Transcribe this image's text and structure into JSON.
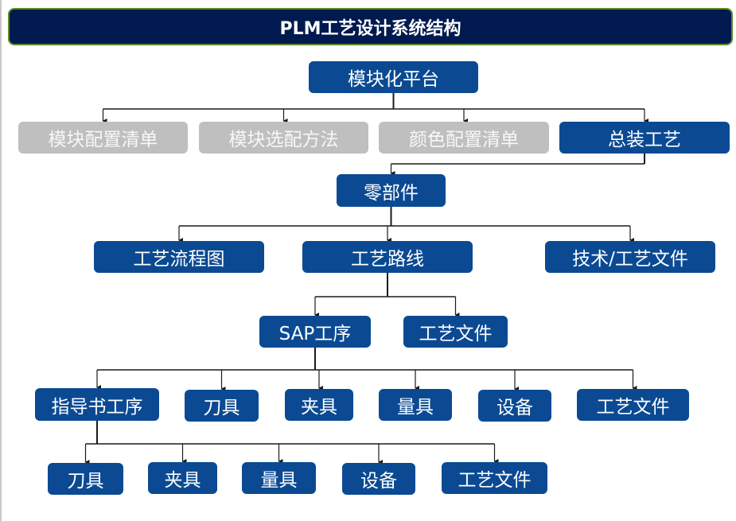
{
  "title": "PLM工艺设计系统结构",
  "colors": {
    "title_bg": "#001a4f",
    "title_border": "#5f8a2c",
    "node_active": "#0b4a93",
    "node_inactive": "#bfbfbf",
    "connector": "#1a1a1a"
  },
  "nodes": {
    "platform": {
      "label": "模块化平台",
      "state": "active"
    },
    "module_config_list": {
      "label": "模块配置清单",
      "state": "inactive"
    },
    "module_selection_method": {
      "label": "模块选配方法",
      "state": "inactive"
    },
    "color_config_list": {
      "label": "颜色配置清单",
      "state": "inactive"
    },
    "final_assembly_process": {
      "label": "总装工艺",
      "state": "active"
    },
    "parts": {
      "label": "零部件",
      "state": "active"
    },
    "process_flowchart": {
      "label": "工艺流程图",
      "state": "active"
    },
    "process_route": {
      "label": "工艺路线",
      "state": "active"
    },
    "tech_process_docs": {
      "label": "技术/工艺文件",
      "state": "active"
    },
    "sap_operation": {
      "label": "SAP工序",
      "state": "active"
    },
    "route_process_docs": {
      "label": "工艺文件",
      "state": "active"
    },
    "instruction_operation": {
      "label": "指导书工序",
      "state": "active"
    },
    "sap_tools": {
      "label": "刀具",
      "state": "active"
    },
    "sap_fixtures": {
      "label": "夹具",
      "state": "active"
    },
    "sap_gauges": {
      "label": "量具",
      "state": "active"
    },
    "sap_equipment": {
      "label": "设备",
      "state": "active"
    },
    "sap_process_docs": {
      "label": "工艺文件",
      "state": "active"
    },
    "ins_tools": {
      "label": "刀具",
      "state": "active"
    },
    "ins_fixtures": {
      "label": "夹具",
      "state": "active"
    },
    "ins_gauges": {
      "label": "量具",
      "state": "active"
    },
    "ins_equipment": {
      "label": "设备",
      "state": "active"
    },
    "ins_process_docs": {
      "label": "工艺文件",
      "state": "active"
    }
  },
  "edges": [
    [
      "platform",
      "module_config_list"
    ],
    [
      "platform",
      "module_selection_method"
    ],
    [
      "platform",
      "color_config_list"
    ],
    [
      "platform",
      "final_assembly_process"
    ],
    [
      "final_assembly_process",
      "parts"
    ],
    [
      "parts",
      "process_flowchart"
    ],
    [
      "parts",
      "process_route"
    ],
    [
      "parts",
      "tech_process_docs"
    ],
    [
      "process_route",
      "sap_operation"
    ],
    [
      "process_route",
      "route_process_docs"
    ],
    [
      "sap_operation",
      "instruction_operation"
    ],
    [
      "sap_operation",
      "sap_tools"
    ],
    [
      "sap_operation",
      "sap_fixtures"
    ],
    [
      "sap_operation",
      "sap_gauges"
    ],
    [
      "sap_operation",
      "sap_equipment"
    ],
    [
      "sap_operation",
      "sap_process_docs"
    ],
    [
      "instruction_operation",
      "ins_tools"
    ],
    [
      "instruction_operation",
      "ins_fixtures"
    ],
    [
      "instruction_operation",
      "ins_gauges"
    ],
    [
      "instruction_operation",
      "ins_equipment"
    ],
    [
      "instruction_operation",
      "ins_process_docs"
    ]
  ]
}
